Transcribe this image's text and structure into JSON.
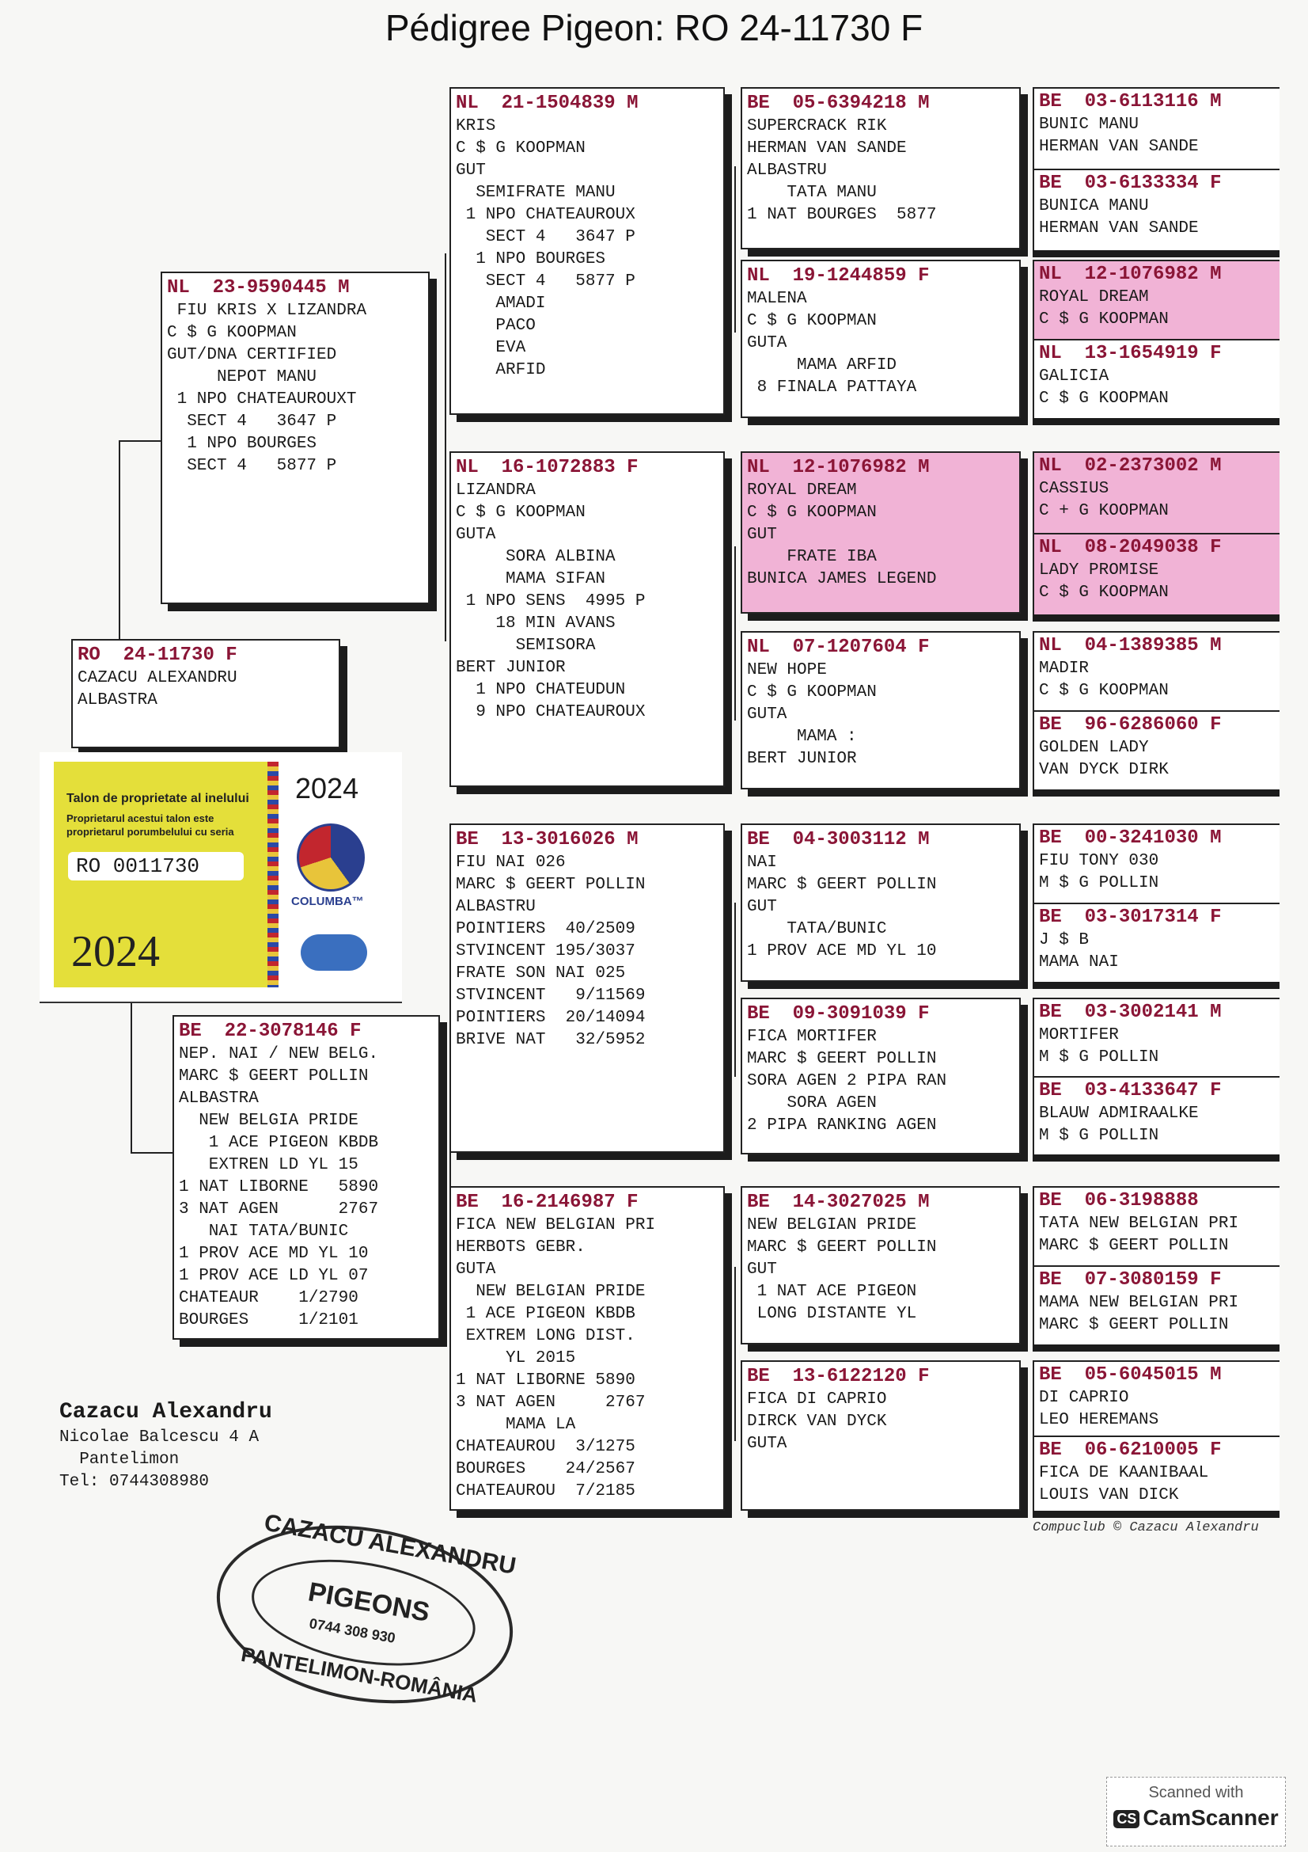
{
  "title": "Pédigree Pigeon: RO  24-11730 F",
  "subject": {
    "country": "RO",
    "ring": "24-11730",
    "sex": "F",
    "lines": [
      "",
      "CAZACU ALEXANDRU",
      "ALBASTRA"
    ]
  },
  "sire": {
    "country": "NL",
    "ring": "23-9590445",
    "sex": "M",
    "lines": [
      " FIU KRIS X LIZANDRA",
      "C $ G KOOPMAN",
      "GUT/DNA CERTIFIED",
      "     NEPOT MANU",
      " 1 NPO CHATEAUROUXT",
      "  SECT 4   3647 P",
      "  1 NPO BOURGES",
      "  SECT 4   5877 P"
    ]
  },
  "dam": {
    "country": "BE",
    "ring": "22-3078146",
    "sex": "F",
    "lines": [
      "NEP. NAI / NEW BELG.",
      "MARC $ GEERT POLLIN",
      "ALBASTRA",
      "  NEW BELGIA PRIDE",
      "   1 ACE PIGEON KBDB",
      "   EXTREN LD YL 15",
      "1 NAT LIBORNE   5890",
      "3 NAT AGEN      2767",
      "   NAI TATA/BUNIC",
      "1 PROV ACE MD YL 10",
      "1 PROV ACE LD YL 07",
      "CHATEAUR    1/2790",
      "BOURGES     1/2101"
    ]
  },
  "gen2": [
    {
      "country": "NL",
      "ring": "21-1504839",
      "sex": "M",
      "lines": [
        "KRIS",
        "C $ G KOOPMAN",
        "GUT",
        "  SEMIFRATE MANU",
        " 1 NPO CHATEAUROUX",
        "   SECT 4   3647 P",
        "  1 NPO BOURGES",
        "   SECT 4   5877 P",
        "    AMADI",
        "    PACO",
        "    EVA",
        "    ARFID"
      ]
    },
    {
      "country": "NL",
      "ring": "16-1072883",
      "sex": "F",
      "lines": [
        "LIZANDRA",
        "C $ G KOOPMAN",
        "GUTA",
        "     SORA ALBINA",
        "     MAMA SIFAN",
        " 1 NPO SENS  4995 P",
        "    18 MIN AVANS",
        "      SEMISORA",
        "BERT JUNIOR",
        "  1 NPO CHATEUDUN",
        "  9 NPO CHATEAUROUX"
      ]
    },
    {
      "country": "BE",
      "ring": "13-3016026",
      "sex": "M",
      "lines": [
        "FIU NAI 026",
        "MARC $ GEERT POLLIN",
        "ALBASTRU",
        "POINTIERS  40/2509",
        "STVINCENT 195/3037",
        "FRATE SON NAI 025",
        "STVINCENT   9/11569",
        "POINTIERS  20/14094",
        "BRIVE NAT   32/5952"
      ]
    },
    {
      "country": "BE",
      "ring": "16-2146987",
      "sex": "F",
      "lines": [
        "FICA NEW BELGIAN PRI",
        "HERBOTS GEBR.",
        "GUTA",
        "  NEW BELGIAN PRIDE",
        " 1 ACE PIGEON KBDB",
        " EXTREM LONG DIST.",
        "     YL 2015",
        "1 NAT LIBORNE 5890",
        "3 NAT AGEN     2767",
        "     MAMA LA",
        "CHATEAUROU  3/1275",
        "BOURGES    24/2567",
        "CHATEAUROU  7/2185"
      ]
    }
  ],
  "gen3": [
    {
      "country": "BE",
      "ring": "05-6394218",
      "sex": "M",
      "lines": [
        "SUPERCRACK RIK",
        "HERMAN VAN SANDE",
        "ALBASTRU",
        "    TATA MANU",
        "1 NAT BOURGES  5877"
      ]
    },
    {
      "country": "NL",
      "ring": "19-1244859",
      "sex": "F",
      "lines": [
        "MALENA",
        "C $ G KOOPMAN",
        "GUTA",
        "     MAMA ARFID",
        " 8 FINALA PATTAYA"
      ]
    },
    {
      "country": "NL",
      "ring": "12-1076982",
      "sex": "M",
      "highlight": true,
      "lines": [
        "ROYAL DREAM",
        "C $ G KOOPMAN",
        "GUT",
        "    FRATE IBA",
        "BUNICA JAMES LEGEND"
      ]
    },
    {
      "country": "NL",
      "ring": "07-1207604",
      "sex": "F",
      "lines": [
        "NEW HOPE",
        "C $ G KOOPMAN",
        "GUTA",
        "     MAMA :",
        "BERT JUNIOR"
      ]
    },
    {
      "country": "BE",
      "ring": "04-3003112",
      "sex": "M",
      "lines": [
        "NAI",
        "MARC $ GEERT POLLIN",
        "GUT",
        "    TATA/BUNIC",
        "1 PROV ACE MD YL 10"
      ]
    },
    {
      "country": "BE",
      "ring": "09-3091039",
      "sex": "F",
      "lines": [
        "FICA MORTIFER",
        "MARC $ GEERT POLLIN",
        "SORA AGEN 2 PIPA RAN",
        "    SORA AGEN",
        "2 PIPA RANKING AGEN"
      ]
    },
    {
      "country": "BE",
      "ring": "14-3027025",
      "sex": "M",
      "lines": [
        "NEW BELGIAN PRIDE",
        "MARC $ GEERT POLLIN",
        "GUT",
        " 1 NAT ACE PIGEON",
        " LONG DISTANTE YL"
      ]
    },
    {
      "country": "BE",
      "ring": "13-6122120",
      "sex": "F",
      "lines": [
        "FICA DI CAPRIO",
        "DIRCK VAN DYCK",
        "GUTA"
      ]
    }
  ],
  "gen4": [
    {
      "country": "BE",
      "ring": "03-6113116",
      "sex": "M",
      "lines": [
        "BUNIC MANU",
        "HERMAN VAN SANDE"
      ]
    },
    {
      "country": "BE",
      "ring": "03-6133334",
      "sex": "F",
      "lines": [
        "BUNICA MANU",
        "HERMAN VAN SANDE"
      ]
    },
    {
      "country": "NL",
      "ring": "12-1076982",
      "sex": "M",
      "highlight": true,
      "lines": [
        "ROYAL DREAM",
        "C $ G KOOPMAN"
      ]
    },
    {
      "country": "NL",
      "ring": "13-1654919",
      "sex": "F",
      "lines": [
        "GALICIA",
        "C $ G KOOPMAN"
      ]
    },
    {
      "country": "NL",
      "ring": "02-2373002",
      "sex": "M",
      "highlight": true,
      "lines": [
        "CASSIUS",
        "C + G KOOPMAN"
      ]
    },
    {
      "country": "NL",
      "ring": "08-2049038",
      "sex": "F",
      "highlight": true,
      "lines": [
        "LADY PROMISE",
        "C $ G KOOPMAN"
      ]
    },
    {
      "country": "NL",
      "ring": "04-1389385",
      "sex": "M",
      "lines": [
        "MADIR",
        "C $ G KOOPMAN"
      ]
    },
    {
      "country": "BE",
      "ring": "96-6286060",
      "sex": "F",
      "lines": [
        "GOLDEN LADY",
        "VAN DYCK DIRK"
      ]
    },
    {
      "country": "BE",
      "ring": "00-3241030",
      "sex": "M",
      "lines": [
        "FIU TONY 030",
        "M $ G POLLIN"
      ]
    },
    {
      "country": "BE",
      "ring": "03-3017314",
      "sex": "F",
      "lines": [
        "J $ B",
        "MAMA NAI"
      ]
    },
    {
      "country": "BE",
      "ring": "03-3002141",
      "sex": "M",
      "lines": [
        "MORTIFER",
        "M $ G POLLIN"
      ]
    },
    {
      "country": "BE",
      "ring": "03-4133647",
      "sex": "F",
      "lines": [
        "BLAUW ADMIRAALKE",
        "M $ G POLLIN"
      ]
    },
    {
      "country": "BE",
      "ring": "06-3198888",
      "sex": "",
      "lines": [
        "TATA NEW BELGIAN PRI",
        "MARC $ GEERT POLLIN"
      ]
    },
    {
      "country": "BE",
      "ring": "07-3080159",
      "sex": "F",
      "lines": [
        "MAMA NEW BELGIAN PRI",
        "MARC $ GEERT POLLIN"
      ]
    },
    {
      "country": "BE",
      "ring": "05-6045015",
      "sex": "M",
      "lines": [
        "DI CAPRIO",
        "LEO HEREMANS"
      ]
    },
    {
      "country": "BE",
      "ring": "06-6210005",
      "sex": "F",
      "lines": [
        "FICA DE KAANIBAAL",
        "LOUIS VAN DICK"
      ]
    }
  ],
  "talon": {
    "heading": "Talon de proprietate al inelului",
    "subtext": "Proprietarul acestui talon este proprietarul porumbelului cu seria",
    "serial": "RO 0011730",
    "year": "2024",
    "year_big": "2024",
    "brand": "COLUMBA™"
  },
  "owner": {
    "name": "Cazacu Alexandru",
    "address": "Nicolae Balcescu 4 A",
    "city": "  Pantelimon",
    "phone": "Tel: 0744308980"
  },
  "stamp": {
    "top": "CAZACU ALEXANDRU",
    "middle": "PIGEONS",
    "phone": "0744 308 930",
    "bottom": "PANTELIMON-ROMÂNIA"
  },
  "footer_credit": "Compuclub © Cazacu Alexandru",
  "scanner": {
    "label": "Scanned with",
    "brand": "CamScanner",
    "icon": "CS"
  },
  "colors": {
    "ring": "#8a1536",
    "highlight": "#f1b3d6",
    "talon_yellow": "#e4df3a"
  }
}
